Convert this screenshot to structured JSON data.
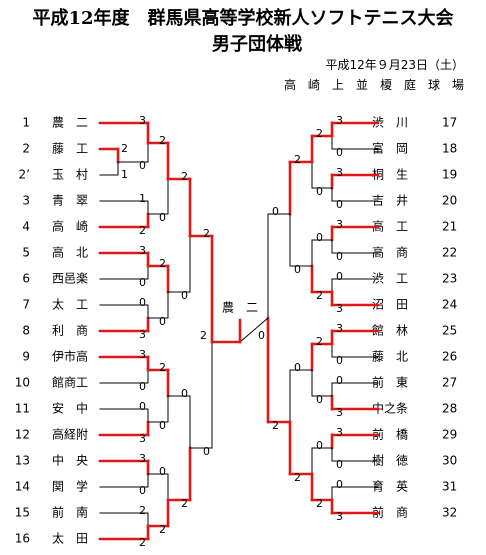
{
  "header": {
    "title": "平成12年度　群馬県高等学校新人ソフトテニス大会",
    "subtitle": "男子団体戦",
    "date": "平成12年９月23日（土）",
    "venue": "高　崎　上　並　榎　庭　球　場"
  },
  "colors": {
    "win": "#e01818",
    "line": "#000000"
  },
  "left_teams": [
    {
      "num": "1",
      "name": "農　二"
    },
    {
      "num": "2",
      "name": "藤　工"
    },
    {
      "num": "2’",
      "name": "玉　村"
    },
    {
      "num": "3",
      "name": "青　翠"
    },
    {
      "num": "4",
      "name": "高　崎"
    },
    {
      "num": "5",
      "name": "高　北"
    },
    {
      "num": "6",
      "name": "西邑楽"
    },
    {
      "num": "7",
      "name": "太　工"
    },
    {
      "num": "8",
      "name": "利　商"
    },
    {
      "num": "9",
      "name": "伊市高"
    },
    {
      "num": "10",
      "name": "館商工"
    },
    {
      "num": "11",
      "name": "安　中"
    },
    {
      "num": "12",
      "name": "高経附"
    },
    {
      "num": "13",
      "name": "中　央"
    },
    {
      "num": "14",
      "name": "関　学"
    },
    {
      "num": "15",
      "name": "前　南"
    },
    {
      "num": "16",
      "name": "太　田"
    }
  ],
  "right_teams": [
    {
      "num": "17",
      "name": "渋　川"
    },
    {
      "num": "18",
      "name": "富　岡"
    },
    {
      "num": "19",
      "name": "桐　生"
    },
    {
      "num": "20",
      "name": "吉　井"
    },
    {
      "num": "21",
      "name": "高　工"
    },
    {
      "num": "22",
      "name": "高　商"
    },
    {
      "num": "23",
      "name": "渋　工"
    },
    {
      "num": "24",
      "name": "沼　田"
    },
    {
      "num": "25",
      "name": "館　林"
    },
    {
      "num": "26",
      "name": "藤　北"
    },
    {
      "num": "27",
      "name": "前　東"
    },
    {
      "num": "28",
      "name": "中之条"
    },
    {
      "num": "29",
      "name": "前　橋"
    },
    {
      "num": "30",
      "name": "樹　徳"
    },
    {
      "num": "31",
      "name": "育　英"
    },
    {
      "num": "32",
      "name": "前　商"
    }
  ],
  "champion": "農　二",
  "left_scores": {
    "prelim": [
      "2",
      "1"
    ],
    "round1": [
      "3",
      "0",
      "1",
      "2",
      "3",
      "0",
      "0",
      "3",
      "3",
      "0",
      "0",
      "3",
      "3",
      "0",
      "2",
      "2"
    ],
    "round2": [
      "2",
      "0",
      "2",
      "0",
      "2",
      "0",
      "0",
      "2"
    ],
    "round3": [
      "2",
      "0",
      "0",
      "2"
    ],
    "round4": [
      "2",
      "0"
    ],
    "final": "2"
  },
  "right_scores": {
    "round1": [
      "3",
      "0",
      "3",
      "0",
      "3",
      "0",
      "0",
      "3",
      "3",
      "0",
      "0",
      "3",
      "3",
      "0",
      "0",
      "3"
    ],
    "round2": [
      "2",
      "0",
      "0",
      "2",
      "2",
      "0",
      "0",
      "2"
    ],
    "round3": [
      "2",
      "0",
      "0",
      "2"
    ],
    "round4": [
      "0",
      "2"
    ],
    "final": "0"
  }
}
